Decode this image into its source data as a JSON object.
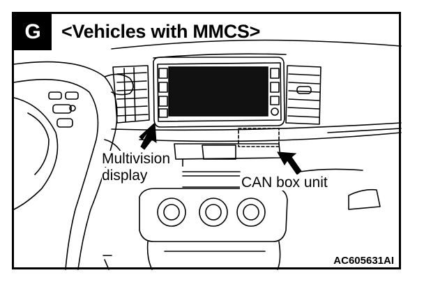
{
  "figure": {
    "badge_letter": "G",
    "title": "<Vehicles with MMCS>",
    "labels": {
      "multivision_line1": "Multivision",
      "multivision_line2": "display",
      "can_box": "CAN box unit"
    },
    "figure_code": "AC605631AI"
  },
  "colors": {
    "ink": "#000000",
    "paper": "#ffffff",
    "screen": "#111111"
  }
}
